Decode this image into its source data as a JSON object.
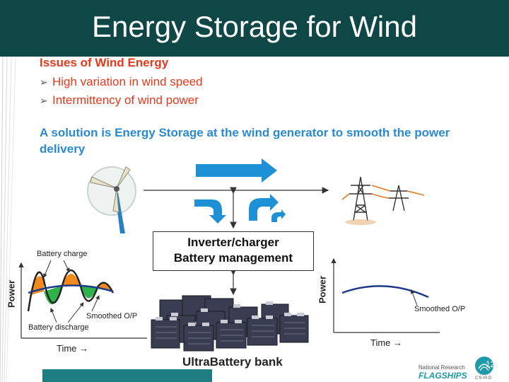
{
  "slide": {
    "title": "Energy Storage for Wind",
    "issues_title": "Issues of Wind Energy",
    "bullets": [
      "High variation in wind speed",
      "Intermittency of wind power"
    ],
    "solution_text": "A solution is Energy Storage at the wind generator to smooth the power delivery",
    "page_number": "12"
  },
  "diagram": {
    "inverter_line1": "Inverter/charger",
    "inverter_line2": "Battery management",
    "battery_bank_label": "UltraBattery bank",
    "left_chart": {
      "ylabel": "Power",
      "xlabel": "Time →",
      "annotation_charge": "Battery charge",
      "annotation_discharge": "Battery discharge",
      "annotation_smoothed": "Smoothed O/P"
    },
    "right_chart": {
      "ylabel": "Power",
      "xlabel": "Time →",
      "annotation_smoothed": "Smoothed O/P"
    }
  },
  "footer": {
    "logo_line1": "National Research",
    "logo_line2": "FLAGSHIPS",
    "logo_line3": "CSIRO"
  },
  "colors": {
    "title_bg": "#0f4746",
    "issues_red": "#e5391c",
    "solution_blue": "#2a8ad1",
    "arrow_blue": "#1e90d6",
    "bottom_bar": "#1f7e82",
    "charge_orange": "#f28a1c",
    "discharge_green": "#2fb24a",
    "smooth_navy": "#1a3a8a"
  }
}
